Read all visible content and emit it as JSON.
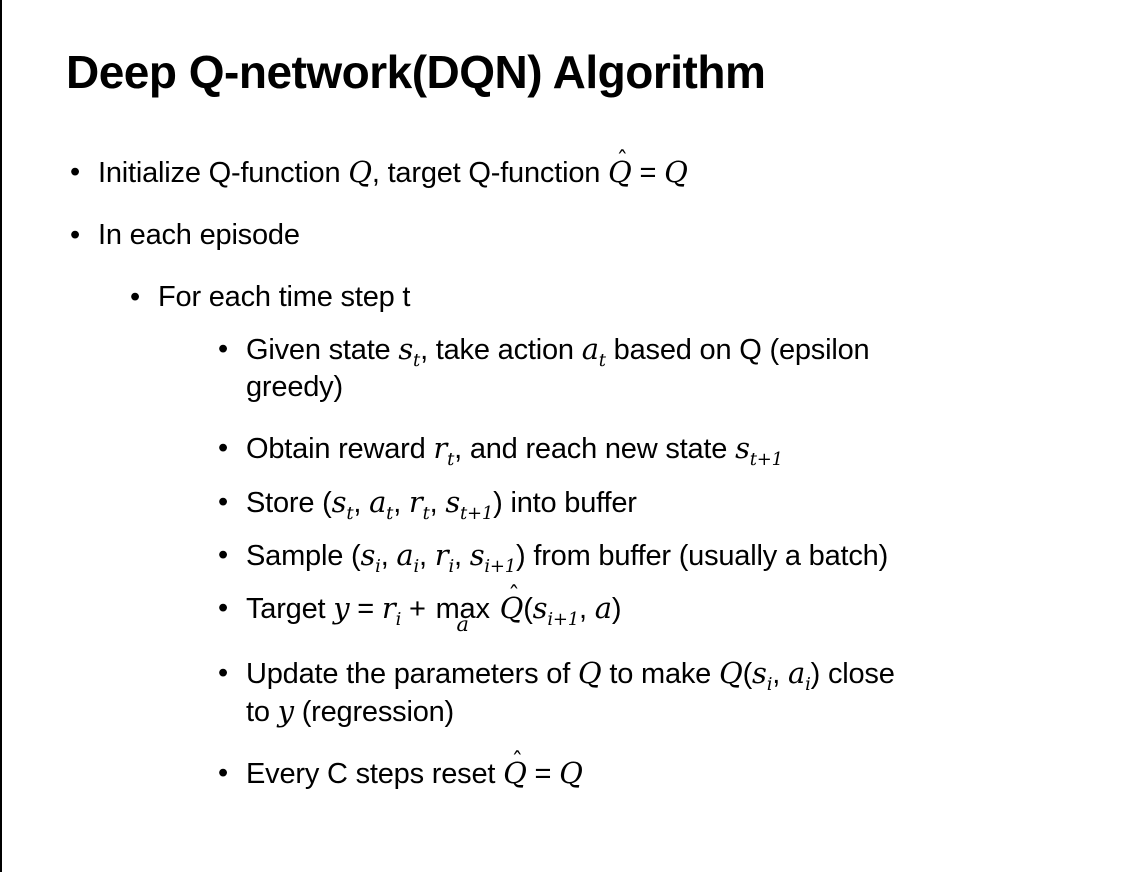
{
  "page": {
    "background": "#ffffff",
    "text_color": "#000000",
    "frame_color": "#000000"
  },
  "title": "Deep Q-network(DQN) Algorithm",
  "bullets": [
    {
      "level": 1,
      "runs": [
        {
          "t": "Initialize Q-function "
        },
        {
          "m": "Q"
        },
        {
          "t": ", target Q-function "
        },
        {
          "m": "Q",
          "hat": true
        },
        {
          "t": " = "
        },
        {
          "m": "Q"
        }
      ]
    },
    {
      "level": 1,
      "runs": [
        {
          "t": "In each episode"
        }
      ]
    },
    {
      "level": 2,
      "runs": [
        {
          "t": "For each time step t"
        }
      ]
    },
    {
      "level": 3,
      "runs": [
        {
          "t": "Given state "
        },
        {
          "m": "s",
          "sub": "t"
        },
        {
          "t": ", take action "
        },
        {
          "m": "a",
          "sub": "t"
        },
        {
          "t": " based on Q (epsilon"
        },
        {
          "br": true
        },
        {
          "t": "greedy)"
        }
      ]
    },
    {
      "level": 3,
      "runs": [
        {
          "t": "Obtain reward "
        },
        {
          "m": "r",
          "sub": "t"
        },
        {
          "t": ", and reach new state "
        },
        {
          "m": "s",
          "sub": "t+1"
        }
      ]
    },
    {
      "level": 3,
      "runs": [
        {
          "t": "Store ("
        },
        {
          "m": "s",
          "sub": "t"
        },
        {
          "t": ", "
        },
        {
          "m": "a",
          "sub": "t"
        },
        {
          "t": ", "
        },
        {
          "m": "r",
          "sub": "t"
        },
        {
          "t": ", "
        },
        {
          "m": "s",
          "sub": "t+1"
        },
        {
          "t": ") into buffer"
        }
      ]
    },
    {
      "level": 3,
      "runs": [
        {
          "t": "Sample ("
        },
        {
          "m": "s",
          "sub": "i"
        },
        {
          "t": ", "
        },
        {
          "m": "a",
          "sub": "i"
        },
        {
          "t": ", "
        },
        {
          "m": "r",
          "sub": "i"
        },
        {
          "t": ", "
        },
        {
          "m": "s",
          "sub": "i+1"
        },
        {
          "t": ") from buffer (usually a batch)"
        }
      ]
    },
    {
      "level": 3,
      "runs": [
        {
          "t": "Target "
        },
        {
          "m": "y"
        },
        {
          "t": " = "
        },
        {
          "m": "r",
          "sub": "i"
        },
        {
          "t": " + "
        },
        {
          "op": "max",
          "under": "a"
        },
        {
          "t": " "
        },
        {
          "m": "Q",
          "hat": true
        },
        {
          "t": "("
        },
        {
          "m": "s",
          "sub": "i+1"
        },
        {
          "t": ", "
        },
        {
          "m": "a"
        },
        {
          "t": ")"
        }
      ]
    },
    {
      "level": 3,
      "runs": [
        {
          "t": "Update the parameters of "
        },
        {
          "m": "Q"
        },
        {
          "t": " to make "
        },
        {
          "m": "Q"
        },
        {
          "t": "("
        },
        {
          "m": "s",
          "sub": "i"
        },
        {
          "t": ", "
        },
        {
          "m": "a",
          "sub": "i"
        },
        {
          "t": ") close"
        },
        {
          "br": true
        },
        {
          "t": "to "
        },
        {
          "m": "y"
        },
        {
          "t": " (regression)"
        }
      ]
    },
    {
      "level": 3,
      "runs": [
        {
          "t": "Every C steps reset "
        },
        {
          "m": "Q",
          "hat": true
        },
        {
          "t": " = "
        },
        {
          "m": "Q"
        }
      ]
    }
  ]
}
